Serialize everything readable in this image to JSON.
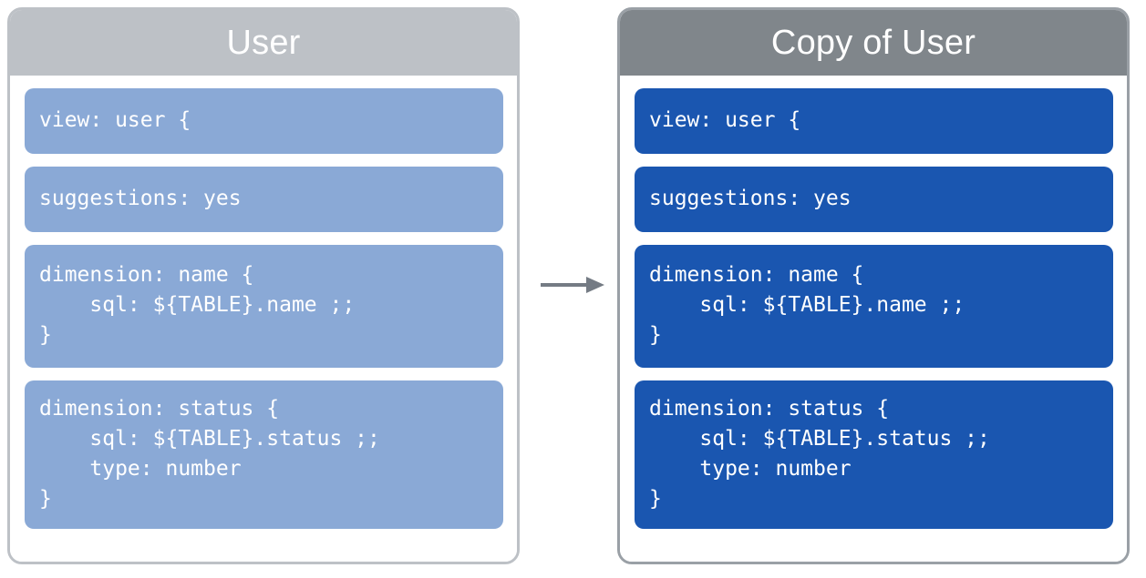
{
  "diagram": {
    "type": "transformation-flow",
    "description": "LookML view definition copied from a source view into a duplicate view",
    "arrow": {
      "icon": "arrow-right-icon",
      "direction": "left-to-right",
      "color": "#747b84",
      "label": ""
    },
    "colors": {
      "source_header": "#bdc1c6",
      "source_border": "#bdc1c6",
      "source_block": "#8aa9d6",
      "copy_header": "#80868b",
      "copy_border": "#9aa0a6",
      "copy_block": "#1a56b0",
      "block_text": "#ffffff",
      "title_text": "#ffffff",
      "background": "#ffffff"
    }
  },
  "panels": [
    {
      "id": "source",
      "title": "User",
      "blocks": [
        {
          "id": "view-declaration",
          "lines": 1,
          "code": "view: user {"
        },
        {
          "id": "suggestions-param",
          "lines": 1,
          "code": "suggestions: yes"
        },
        {
          "id": "dimension-name",
          "lines": 3,
          "code": "dimension: name {\n    sql: ${TABLE}.name ;;\n}"
        },
        {
          "id": "dimension-status",
          "lines": 4,
          "code": "dimension: status {\n    sql: ${TABLE}.status ;;\n    type: number\n}"
        }
      ]
    },
    {
      "id": "copy",
      "title": "Copy of User",
      "blocks": [
        {
          "id": "view-declaration",
          "lines": 1,
          "code": "view: user {"
        },
        {
          "id": "suggestions-param",
          "lines": 1,
          "code": "suggestions: yes"
        },
        {
          "id": "dimension-name",
          "lines": 3,
          "code": "dimension: name {\n    sql: ${TABLE}.name ;;\n}"
        },
        {
          "id": "dimension-status",
          "lines": 4,
          "code": "dimension: status {\n    sql: ${TABLE}.status ;;\n    type: number\n}"
        }
      ]
    }
  ]
}
